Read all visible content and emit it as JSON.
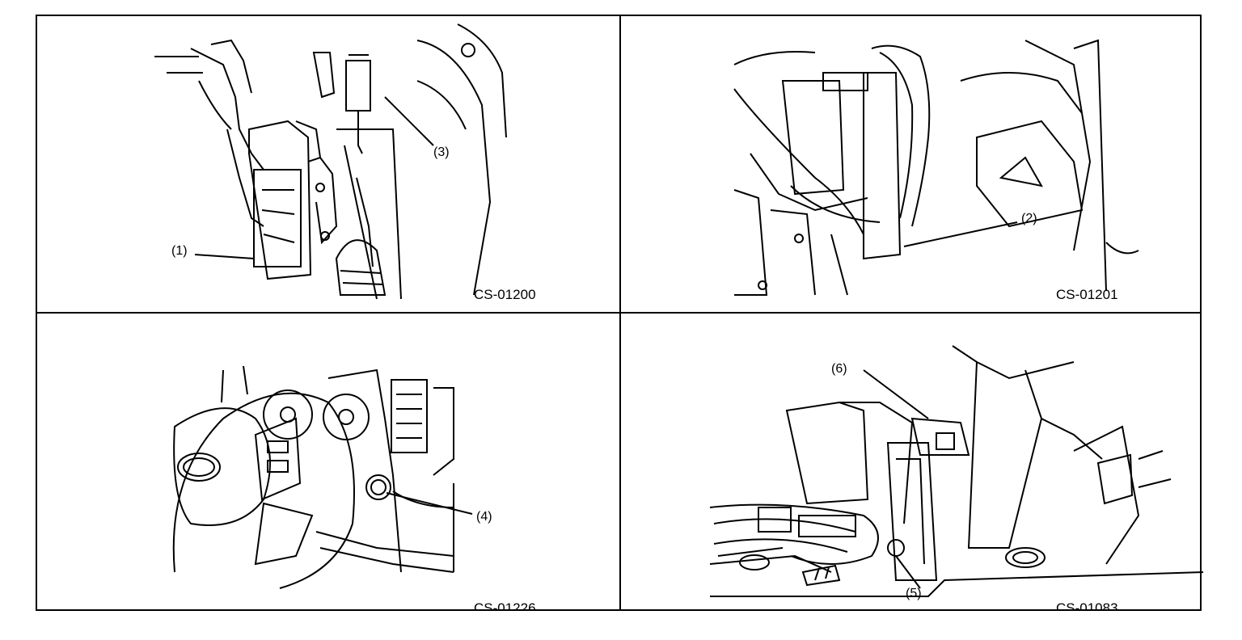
{
  "panels": [
    {
      "code": "CS-01200",
      "callouts": [
        "(1)",
        "(3)"
      ]
    },
    {
      "code": "CS-01201",
      "callouts": [
        "(2)"
      ]
    },
    {
      "code": "CS-01226",
      "callouts": [
        "(4)"
      ]
    },
    {
      "code": "CS-01083",
      "callouts": [
        "(6)",
        "(5)"
      ]
    }
  ],
  "colors": {
    "line": "#000000",
    "background": "#ffffff"
  }
}
